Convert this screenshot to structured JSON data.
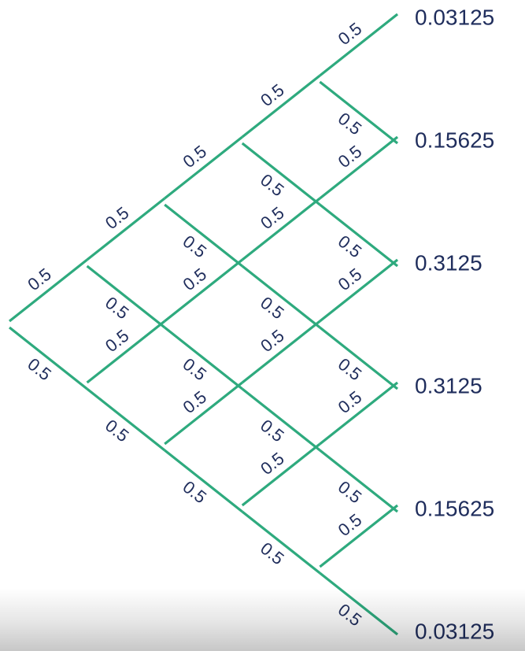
{
  "diagram": {
    "edge_label": "0.5",
    "outcome_labels": [
      "0.03125",
      "0.15625",
      "0.3125",
      "0.3125",
      "0.15625",
      "0.03125"
    ],
    "colors": {
      "edge": "#2eaa7e",
      "edge_label": "#1f2d5c",
      "outcome_label": "#1f2d5c"
    }
  }
}
